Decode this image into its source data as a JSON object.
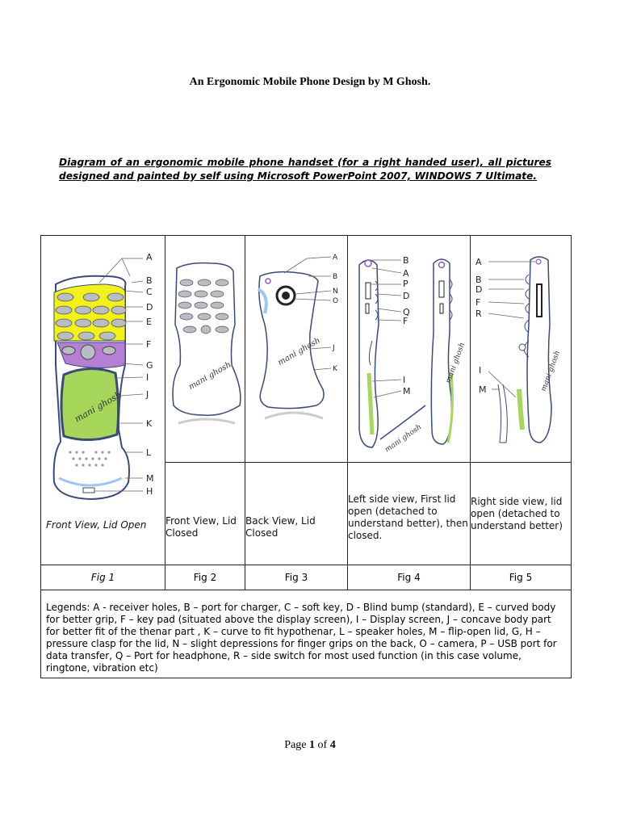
{
  "title": "An Ergonomic Mobile Phone Design by M Ghosh.",
  "intro": "Diagram of an ergonomic mobile phone handset (for a right handed user), all pictures designed and painted by self using Microsoft PowerPoint 2007, WINDOWS 7 Ultimate.",
  "figures": [
    {
      "caption": "Front View, Lid Open",
      "fig": "Fig 1",
      "labels": [
        "A",
        "B",
        "C",
        "D",
        "E",
        "F",
        "G",
        "I",
        "J",
        "K",
        "L",
        "M",
        "H"
      ]
    },
    {
      "caption": "Front View, Lid Closed",
      "fig": "Fig 2",
      "labels": []
    },
    {
      "caption": "Back View, Lid Closed",
      "fig": "Fig 3",
      "labels": [
        "A",
        "B",
        "N",
        "O",
        "J",
        "K"
      ]
    },
    {
      "caption": "Left side view, First lid open (detached to understand better), then closed.",
      "fig": "Fig 4",
      "labels": [
        "B",
        "A",
        "P",
        "D",
        "Q",
        "F",
        "I",
        "M"
      ]
    },
    {
      "caption": "Right side view, lid open (detached to understand better)",
      "fig": "Fig 5",
      "labels": [
        "A",
        "B",
        "D",
        "F",
        "R",
        "I",
        "M"
      ]
    }
  ],
  "legend": "Legends: A - receiver holes, B – port for charger, C – soft key, D - Blind bump (standard), E – curved body for better grip, F – key pad (situated above the display screen), I – Display screen, J – concave body part for better fit of the thenar part , K – curve to fit hypothenar, L – speaker holes, M – flip-open lid, G, H – pressure clasp for the lid, N – slight depressions for finger grips on the back, O – camera, P – USB port for data transfer, Q – Port for headphone, R – side switch for most used function (in this case volume, ringtone, vibration etc)",
  "footer": {
    "prefix": "Page ",
    "current": "1",
    "mid": " of ",
    "total": "4"
  },
  "signature": "mani ghosh",
  "colors": {
    "keypad": "#f2f21a",
    "purple": "#b77fd4",
    "green": "#a6d65a",
    "outline": "#3a4a7a",
    "key": "#b9bcc2"
  }
}
